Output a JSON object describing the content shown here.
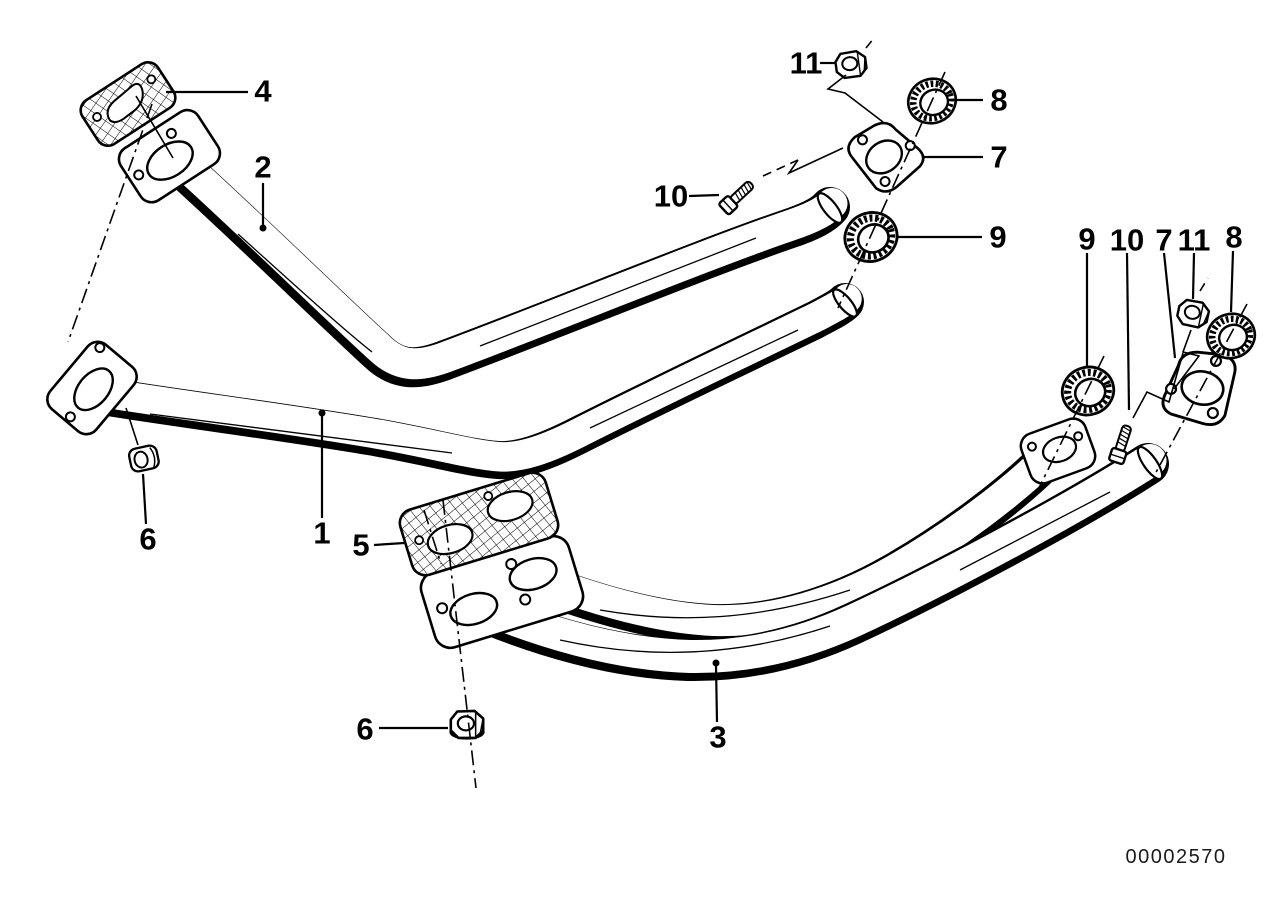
{
  "document": {
    "number": "00002570"
  },
  "callouts": {
    "top": {
      "gasket": "4",
      "pipe": "2",
      "nut": "11",
      "ring_small": "8",
      "flange": "7",
      "bolt": "10",
      "ring_large": "9"
    },
    "right_column": {
      "ring_large": "9",
      "bolt": "10",
      "flange": "7",
      "nut": "11",
      "ring_small": "8"
    },
    "left": {
      "clamp": "6",
      "pipe": "1"
    },
    "bottom": {
      "gasket": "5",
      "nut": "6",
      "pipe": "3"
    }
  },
  "colors": {
    "line": "#000000",
    "background": "#ffffff"
  }
}
